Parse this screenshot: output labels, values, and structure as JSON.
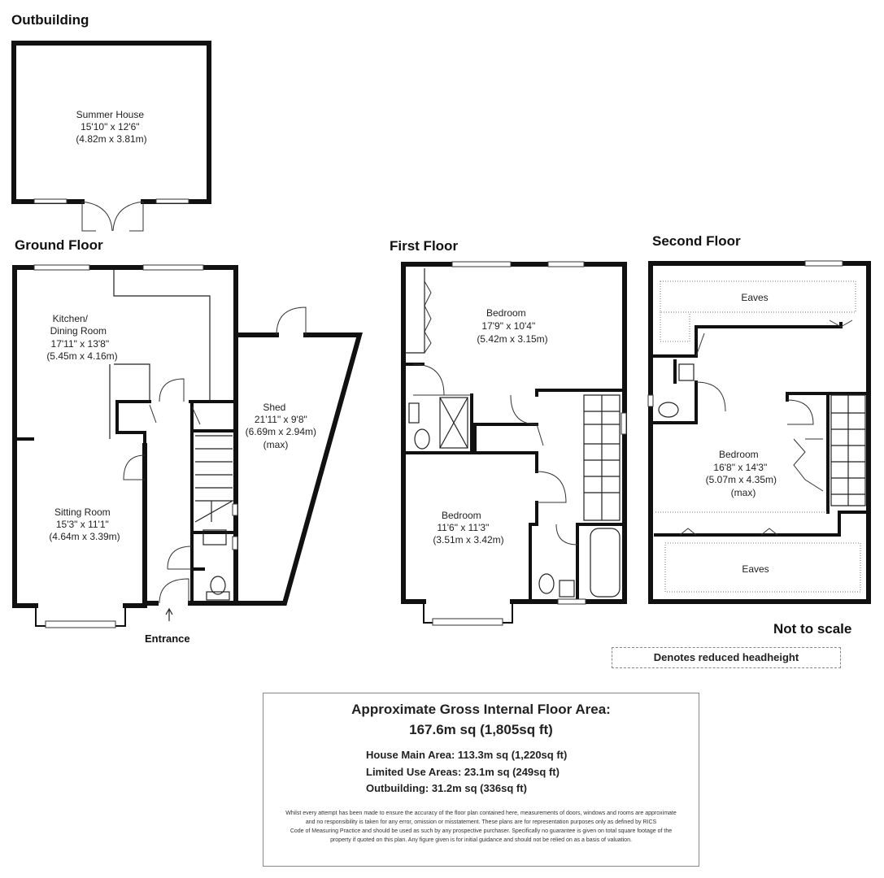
{
  "sections": {
    "outbuilding": "Outbuilding",
    "ground": "Ground Floor",
    "first": "First Floor",
    "second": "Second Floor"
  },
  "rooms": {
    "summer_house": [
      "Summer House",
      "15'10\" x 12'6\"",
      "(4.82m x 3.81m)"
    ],
    "kitchen": [
      "Kitchen/",
      "Dining Room",
      "17'11\" x 13'8\"",
      "(5.45m x 4.16m)"
    ],
    "sitting": [
      "Sitting Room",
      "15'3\" x 11'1\"",
      "(4.64m x 3.39m)"
    ],
    "shed": [
      "Shed",
      "21'11\" x 9'8\"",
      "(6.69m x 2.94m)",
      "(max)"
    ],
    "ff_bedroom1": [
      "Bedroom",
      "17'9\" x 10'4\"",
      "(5.42m x 3.15m)"
    ],
    "ff_bedroom2": [
      "Bedroom",
      "11'6\" x 11'3\"",
      "(3.51m x 3.42m)"
    ],
    "sf_bedroom": [
      "Bedroom",
      "16'8\" x 14'3\"",
      "(5.07m x 4.35m)",
      "(max)"
    ],
    "eaves_top": "Eaves",
    "eaves_bottom": "Eaves"
  },
  "entrance": "Entrance",
  "not_to_scale": "Not to scale",
  "legend": "Denotes reduced headheight",
  "area": {
    "title": "Approximate Gross Internal Floor Area:",
    "total": "167.6m sq (1,805sq ft)",
    "house_main": "House Main Area: 113.3m sq (1,220sq ft)",
    "limited_use": "Limited Use Areas: 23.1m sq  (249sq ft)",
    "outbuilding": "Outbuilding: 31.2m sq (336sq ft)"
  },
  "disclaimer": [
    "Whilst every attempt has been made to ensure the accuracy of the floor plan contained here, measurements of doors, windows and rooms are approximate",
    "and no responsibility is taken for any error, omission or misstatement. These plans are for representation purposes only as defined by RICS",
    "Code of Measuring Practice and should be used as such by any prospective purchaser. Specifically no guarantee is given on total square footage of the",
    "property if quoted on this plan. Any figure given is for initial guidance and should not be relied on as a basis of valuation."
  ]
}
